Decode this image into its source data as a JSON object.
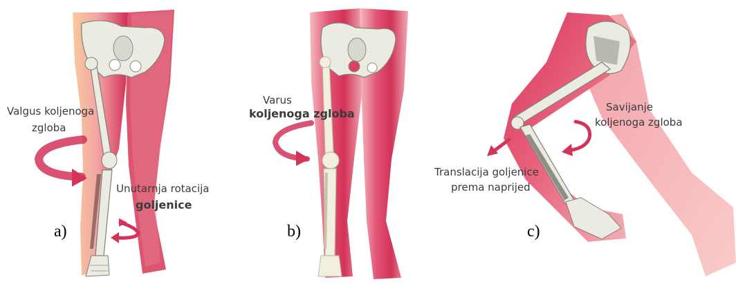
{
  "panels": [
    {
      "letter": "a)",
      "labels": {
        "valgus_line1": "Valgus koljenoga",
        "valgus_line2": "zgloba",
        "rotation_line1": "Unutarnja rotacija",
        "rotation_line2": "goljenice"
      }
    },
    {
      "letter": "b)",
      "labels": {
        "varus_line1": "Varus",
        "varus_line2": "koljenoga zgloba"
      }
    },
    {
      "letter": "c)",
      "labels": {
        "flexion_line1": "Savijanje",
        "flexion_line2": "koljenoga zgloba",
        "translation_line1": "Translacija goljenice",
        "translation_line2": "prema naprijed"
      }
    }
  ],
  "colors": {
    "skin_light": "#f5a3a9",
    "skin_mid": "#e56a7e",
    "skin_dark": "#cc2b52",
    "skin_orange": "#f6c49a",
    "bone": "#ecebe2",
    "bone_shade": "#b8b8ae",
    "arrow": "#d2345a"
  }
}
